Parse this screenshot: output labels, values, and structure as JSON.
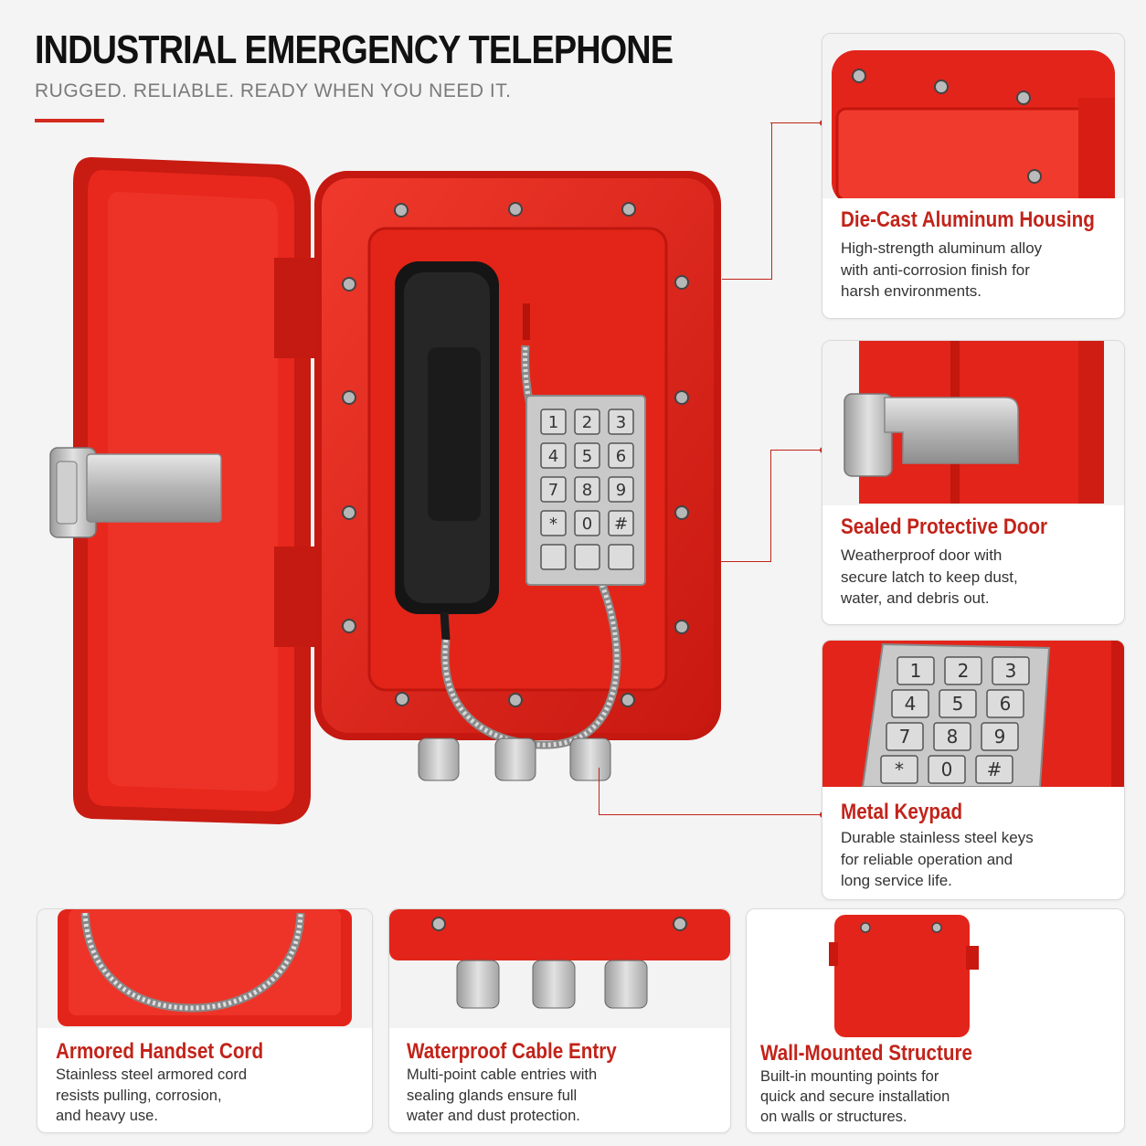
{
  "header": {
    "title": "INDUSTRIAL EMERGENCY TELEPHONE",
    "subtitle": "RUGGED. RELIABLE. READY WHEN YOU NEED IT."
  },
  "colors": {
    "accent": "#d42a1f",
    "housing_red": "#e8231a",
    "heading_red": "#c2231a"
  },
  "keypad": {
    "keys": [
      "1",
      "2",
      "3",
      "4",
      "5",
      "6",
      "7",
      "8",
      "9",
      "*",
      "0",
      "#"
    ]
  },
  "features": [
    {
      "title": "Die-Cast Aluminum Housing",
      "lines": [
        "High-strength aluminum alloy",
        "with anti-corrosion finish for",
        "harsh environments."
      ]
    },
    {
      "title": "Sealed Protective Door",
      "lines": [
        "Weatherproof door with",
        "secure latch to keep dust,",
        "water, and debris out."
      ]
    },
    {
      "title": "Metal Keypad",
      "lines": [
        "Durable stainless steel keys",
        "for reliable operation and",
        "long service life."
      ]
    },
    {
      "title": "Armored Handset Cord",
      "lines": [
        "Stainless steel armored cord",
        "resists pulling, corrosion,",
        "and heavy use."
      ]
    },
    {
      "title": "Waterproof Cable Entry",
      "lines": [
        "Multi-point cable entries with",
        "sealing glands ensure full",
        "water and dust protection."
      ]
    },
    {
      "title": "Wall-Mounted Structure",
      "lines": [
        "Built-in mounting points for",
        "quick and secure installation",
        "on walls or structures."
      ]
    }
  ]
}
